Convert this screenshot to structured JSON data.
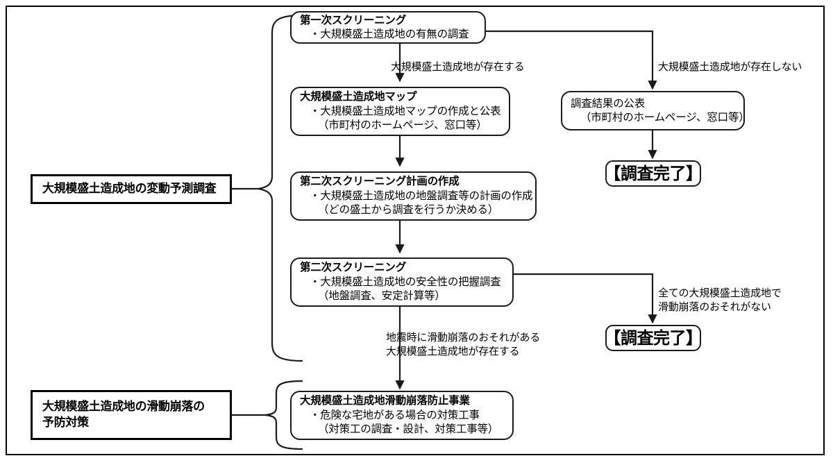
{
  "diagram": {
    "title_hidden": "",
    "categories": [
      {
        "id": "cat-prediction",
        "lines": [
          "大規模盛土造成地の変動予測調査"
        ]
      },
      {
        "id": "cat-prevention",
        "lines": [
          "大規模盛土造成地の滑動崩落の",
          "予防対策"
        ]
      }
    ],
    "nodes": [
      {
        "id": "node-first-screening",
        "title": "第一次スクリーニング",
        "lines": [
          "・大規模盛土造成地の有無の調査"
        ]
      },
      {
        "id": "node-map",
        "title": "大規模盛土造成地マップ",
        "lines": [
          "・大規模盛土造成地マップの作成と公表",
          "（市町村のホームページ、窓口等）"
        ]
      },
      {
        "id": "node-second-screening-plan",
        "title": "第二次スクリーニング計画の作成",
        "lines": [
          "・大規模盛土造成地の地盤調査等の計画の作成",
          "（どの盛土から調査を行うか決める）"
        ]
      },
      {
        "id": "node-second-screening",
        "title": "第二次スクリーニング",
        "lines": [
          "・大規模盛土造成地の安全性の把握調査",
          "（地盤調査、安定計算等）"
        ]
      },
      {
        "id": "node-prevention-project",
        "title": "大規模盛土造成地滑動崩落防止事業",
        "lines": [
          "・危険な宅地がある場合の対策工事",
          "（対策工の調査・設計、対策工事等）"
        ]
      },
      {
        "id": "node-publish-results",
        "title": "調査結果の公表",
        "lines": [
          "（市町村のホームページ、窓口等）"
        ]
      }
    ],
    "terminals": [
      {
        "id": "terminal-complete-1",
        "label": "【調査完了】"
      },
      {
        "id": "terminal-complete-2",
        "label": "【調査完了】"
      }
    ],
    "edge_labels": [
      {
        "id": "edge-label-exists",
        "lines": [
          "大規模盛土造成地が存在する"
        ]
      },
      {
        "id": "edge-label-not-exists",
        "lines": [
          "大規模盛土造成地が存在しない"
        ]
      },
      {
        "id": "edge-label-landslide-risk",
        "lines": [
          "地震時に滑動崩落のおそれがある",
          "大規模盛土造成地が存在する"
        ]
      },
      {
        "id": "edge-label-no-risk",
        "lines": [
          "全ての大規模盛土造成地で",
          "滑動崩落のおそれがない"
        ]
      }
    ],
    "colors": {
      "stroke": "#1a1a1a",
      "frame": "#000000",
      "background": "#ffffff",
      "text": "#000000"
    }
  }
}
